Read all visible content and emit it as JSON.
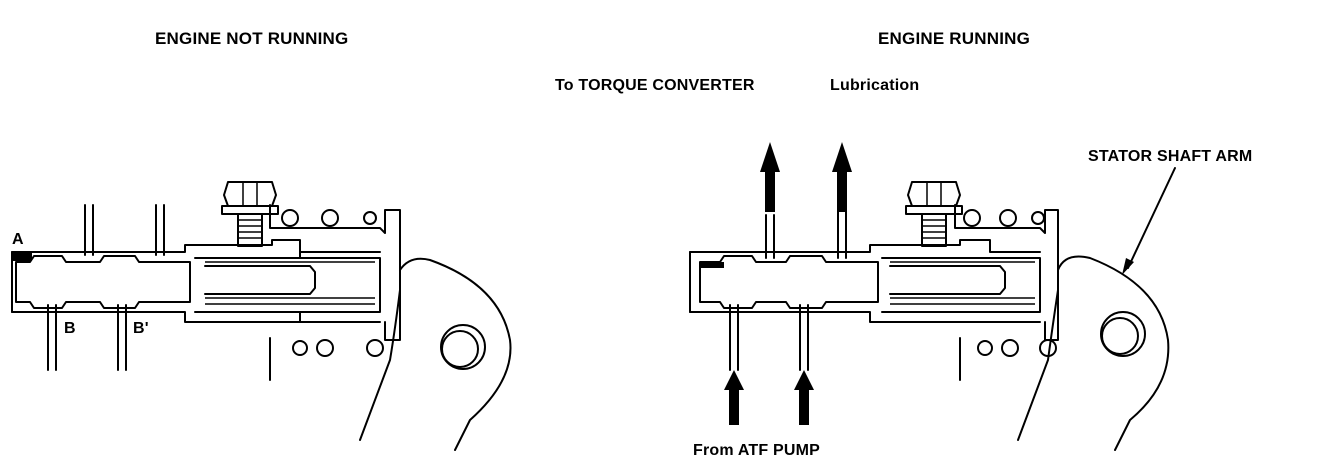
{
  "left_panel": {
    "title": "ENGINE NOT RUNNING",
    "port_a": "A",
    "port_b": "B",
    "port_b_prime": "B'"
  },
  "right_panel": {
    "title": "ENGINE RUNNING",
    "to_torque_converter": "To TORQUE CONVERTER",
    "lubrication": "Lubrication",
    "stator_shaft_arm": "STATOR SHAFT ARM",
    "from_atf_pump": "From ATF PUMP"
  }
}
